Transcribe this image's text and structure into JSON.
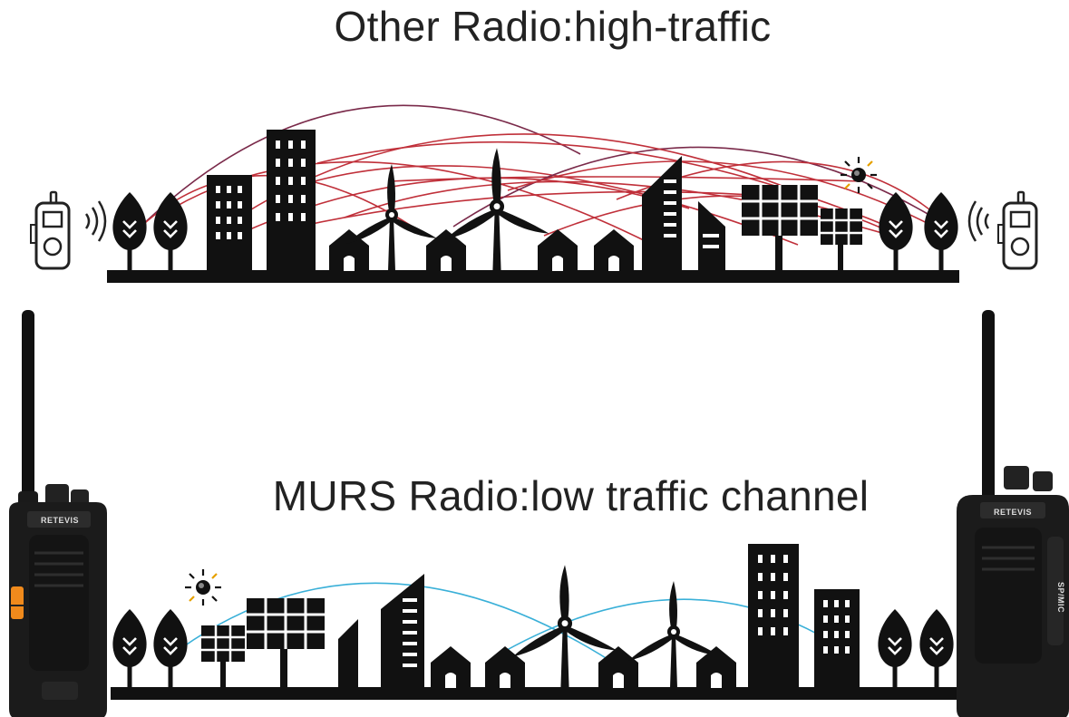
{
  "top_heading": "Other Radio:high-traffic",
  "bottom_heading": "MURS Radio:low traffic channel",
  "radio_brand": "RETEVIS",
  "radio_side_label": "SP/MIC",
  "colors": {
    "ground": "#111111",
    "high_traffic_signal": "#c0303a",
    "high_traffic_signal_alt": "#7a2a4a",
    "low_traffic_signal": "#3ab0d8",
    "radio_body": "#1b1b1b",
    "radio_button_orange": "#f08a1c"
  },
  "icons": [
    "walkie-talkie-icon",
    "signal-waves-icon",
    "tree-icon",
    "building-icon",
    "wind-turbine-icon",
    "house-icon",
    "solar-panel-icon",
    "sun-icon"
  ]
}
